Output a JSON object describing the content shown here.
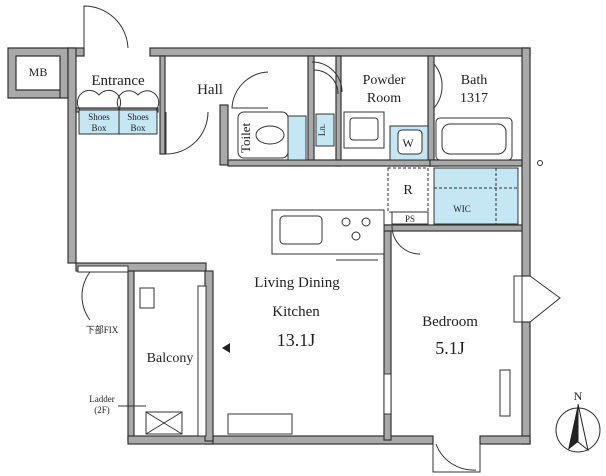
{
  "rooms": {
    "mb": "MB",
    "entrance": "Entrance",
    "shoes_box_left_1": "Shoes",
    "shoes_box_left_2": "Box",
    "shoes_box_right_1": "Shoes",
    "shoes_box_right_2": "Box",
    "hall": "Hall",
    "toilet": "Toilet",
    "linen": "Ln.",
    "powder_room_1": "Powder",
    "powder_room_2": "Room",
    "washer": "W",
    "bath_1": "Bath",
    "bath_2": "1317",
    "refrigerator": "R",
    "pipe_space": "PS",
    "wic": "WIC",
    "ldk_1": "Living Dining",
    "ldk_2": "Kitchen",
    "ldk_size": "13.1J",
    "bedroom": "Bedroom",
    "bedroom_size": "5.1J",
    "balcony": "Balcony",
    "fix_note": "下部FIX",
    "ladder_1": "Ladder",
    "ladder_2": "(2F)"
  },
  "compass": {
    "north": "N"
  },
  "colors": {
    "wall": "#a9a9a9",
    "fixture_highlight": "#c5e6f3",
    "line": "#333333"
  }
}
